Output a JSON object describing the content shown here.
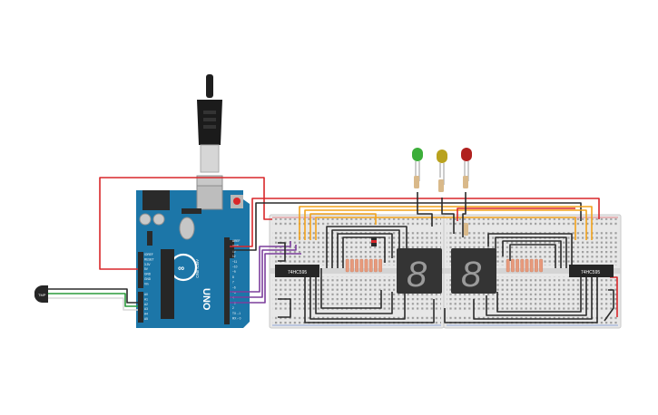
{
  "arduino": {
    "brand": "ARDUINO",
    "model": "UNO",
    "header_digital": [
      "AREF",
      "GND",
      "13",
      "12",
      "~11",
      "~10",
      "~9",
      "8",
      "7",
      "~6",
      "~5",
      "4",
      "~3",
      "2",
      "TX→1",
      "RX←0"
    ],
    "header_power": [
      "IOREF",
      "RESET",
      "3.3V",
      "5V",
      "GND",
      "GND",
      "Vin"
    ],
    "header_analog": [
      "A0",
      "A1",
      "A2",
      "A3",
      "A4",
      "A5"
    ]
  },
  "sensor": {
    "label": "TMP"
  },
  "chips": [
    {
      "label": "74HC595"
    },
    {
      "label": "74HC595"
    }
  ],
  "displays": [
    {
      "digit": "8"
    },
    {
      "digit": "8"
    }
  ],
  "leds": [
    {
      "color_name": "green",
      "color": "#3cae3a"
    },
    {
      "color_name": "yellow",
      "color": "#b9a21e"
    },
    {
      "color_name": "red",
      "color": "#b0211f"
    }
  ],
  "wire_colors": {
    "red": "#d9272a",
    "black": "#2b2b2b",
    "orange": "#f2a31b",
    "green": "#2a9b3b",
    "purple": "#7c3e9c",
    "white": "#e8e8e8"
  }
}
